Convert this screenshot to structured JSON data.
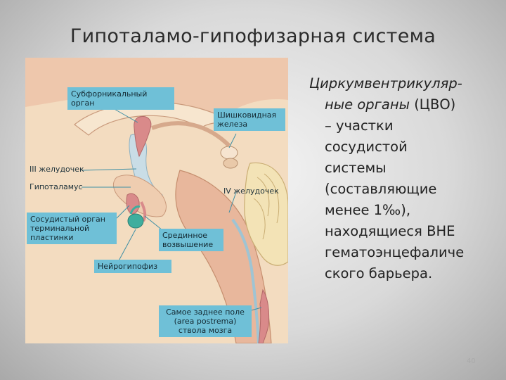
{
  "slide": {
    "title": "Гипоталамо-гипофизарная система",
    "page_number": "40"
  },
  "diagram": {
    "labels": {
      "subfornical": "Субфорникальный орган",
      "pineal": "Шишковидная железа",
      "third_ventricle": "III желудочек",
      "hypothalamus": "Гипоталамус",
      "fourth_ventricle": "IV желудочек",
      "vascular_organ": "Сосудистый орган терминальной пластинки",
      "median_eminence": "Срединное возвышение",
      "neurohypophysis": "Нейрогипофиз",
      "area_postrema": "Самое заднее поле (area postrema) ствола мозга"
    }
  },
  "text": {
    "line1": "Циркумвентрикуляр-",
    "line2_italic": "ные органы",
    "line2_rest": " (ЦВО)",
    "line3": "– участки",
    "line4": "сосудистой",
    "line5": "системы",
    "line6": "(составляющие",
    "line7": "менее 1‰),",
    "line8": "находящиеся ВНЕ",
    "line9": "гематоэнцефаличе",
    "line10": "ского барьера."
  },
  "colors": {
    "label_bg": "#6fc0d7",
    "tissue": "#f3dcc0",
    "organ_pink": "#d98a8a",
    "organ_teal": "#3fae9e"
  }
}
